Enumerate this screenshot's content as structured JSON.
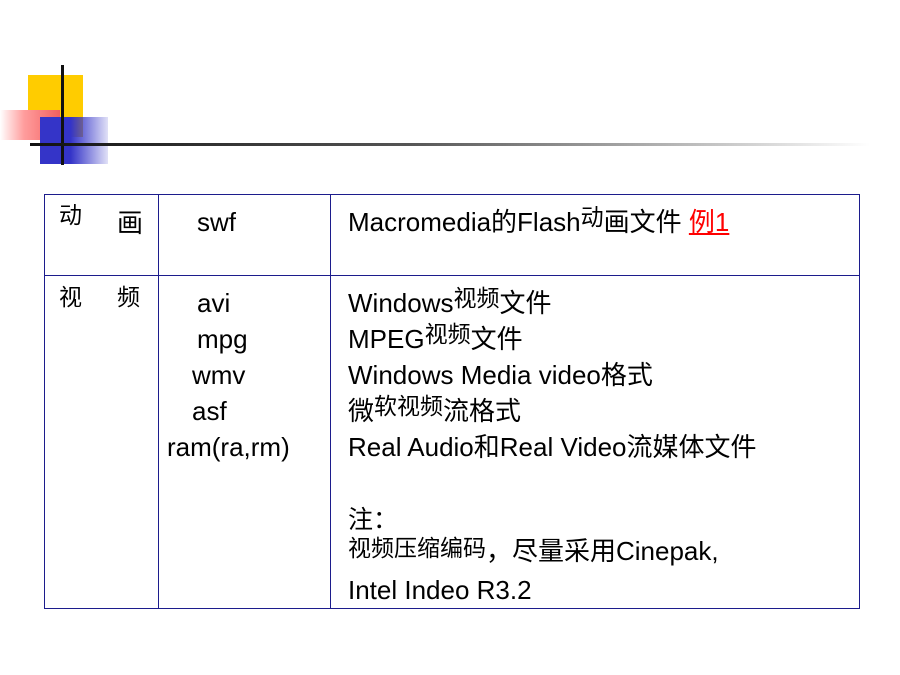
{
  "table": {
    "rows": [
      {
        "category_chars": [
          "动",
          "画"
        ],
        "formats": [
          "swf"
        ],
        "description": {
          "parts": [
            "Macromedia的Flash",
            "动",
            "画文件 "
          ],
          "link": "例1"
        }
      },
      {
        "category_chars": [
          "视",
          "频"
        ],
        "formats": [
          "avi",
          "mpg",
          "wmv",
          "asf",
          "ram(ra,rm)"
        ],
        "lines": [
          [
            "Windows",
            "视频",
            "文件"
          ],
          [
            "MPEG",
            "视频",
            "文件"
          ],
          [
            "Windows Media video格式",
            "",
            ""
          ],
          [
            "微",
            "软视频",
            "流格式"
          ],
          [
            "Real Audio和Real Video流媒体文件",
            "",
            ""
          ]
        ],
        "note": {
          "label": "注：",
          "line1_part1": "视频压缩编码",
          "line1_part2": "，尽量采用Cinepak,",
          "line2": "Intel Indeo R3.2"
        }
      }
    ]
  }
}
